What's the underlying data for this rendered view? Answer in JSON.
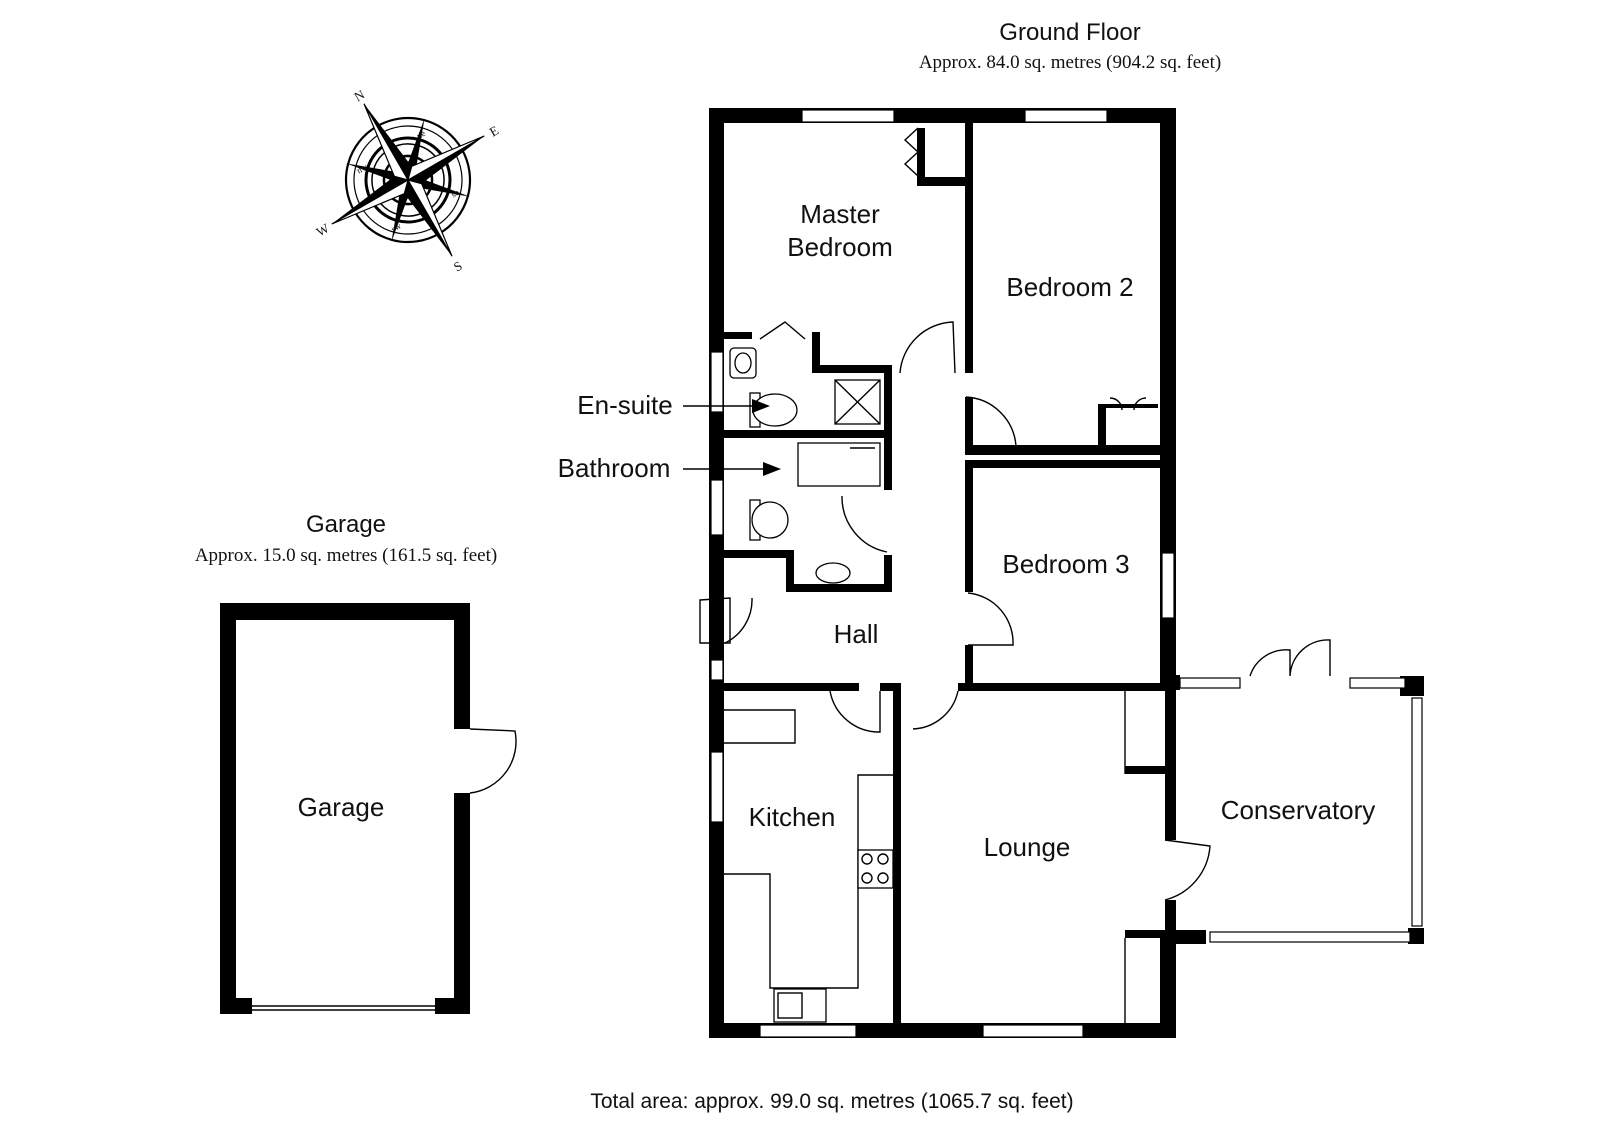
{
  "floor": {
    "title": "Ground Floor",
    "area": "Approx. 84.0 sq. metres (904.2 sq. feet)"
  },
  "garage_block": {
    "title": "Garage",
    "area": "Approx. 15.0 sq. metres (161.5 sq. feet)"
  },
  "total_area": "Total area: approx. 99.0 sq. metres (1065.7 sq. feet)",
  "rooms": {
    "master_line1": "Master",
    "master_line2": "Bedroom",
    "bedroom2": "Bedroom 2",
    "bedroom3": "Bedroom 3",
    "hall": "Hall",
    "kitchen": "Kitchen",
    "lounge": "Lounge",
    "conservatory": "Conservatory",
    "garage": "Garage"
  },
  "callouts": {
    "ensuite": "En-suite",
    "bathroom": "Bathroom"
  },
  "compass": {
    "N": "N",
    "E": "E",
    "S": "S",
    "W": "W",
    "ne": "ne",
    "se": "se",
    "sw": "sw",
    "nw": "nw"
  }
}
